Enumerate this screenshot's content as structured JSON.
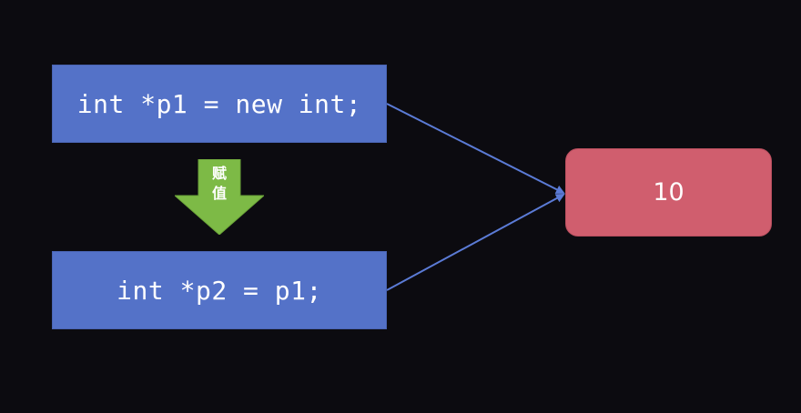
{
  "diagram": {
    "statements": [
      {
        "code": "int *p1 = new int;"
      },
      {
        "code": "int *p2 = p1;"
      }
    ],
    "heap_value": "10",
    "assign_arrow": {
      "label_chars": [
        "赋",
        "值"
      ],
      "label": "赋值"
    },
    "colors": {
      "background": "#0c0b10",
      "code_box": "#5472c8",
      "value_box": "#d05e6e",
      "assign_arrow": "#7dba46",
      "connector": "#5b7bd6",
      "text": "#ffffff"
    },
    "connections": [
      {
        "from": "statement-p1",
        "to": "heap-value"
      },
      {
        "from": "statement-p2",
        "to": "heap-value"
      }
    ]
  }
}
